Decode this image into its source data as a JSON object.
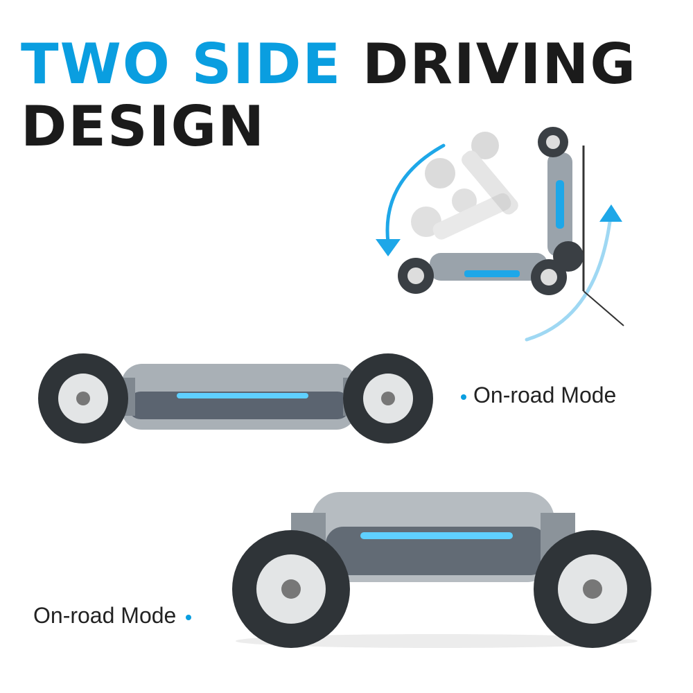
{
  "headline": {
    "line1_blue": "TWO SIDE",
    "line1_dark": "DRIVING",
    "line2": "DESIGN"
  },
  "captions": {
    "top": "On-road Mode",
    "bottom": "On-road Mode"
  },
  "colors": {
    "accent": "#0a9ee0",
    "text": "#1b1b1b"
  }
}
